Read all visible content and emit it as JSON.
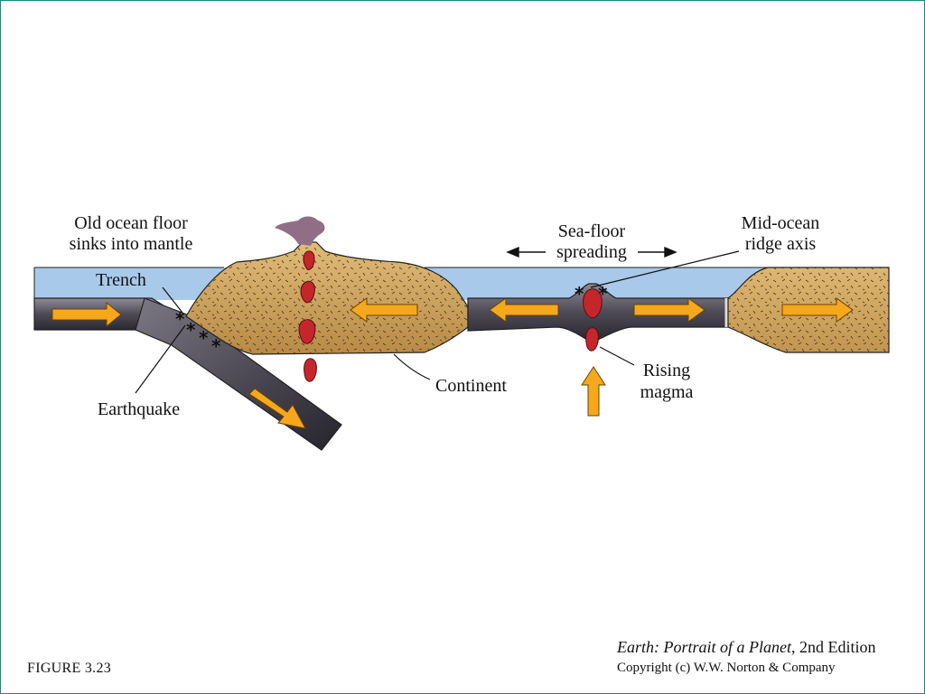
{
  "labels": {
    "old_floor_1": "Old ocean floor",
    "old_floor_2": "sinks into mantle",
    "trench": "Trench",
    "earthquake": "Earthquake",
    "continent": "Continent",
    "seafloor_1": "Sea-floor",
    "seafloor_2": "spreading",
    "ridge_1": "Mid-ocean",
    "ridge_2": "ridge axis",
    "rising_1": "Rising",
    "rising_2": "magma"
  },
  "footer": {
    "figure": "FIGURE 3.23",
    "book_title": "Earth: Portrait of a Planet",
    "edition": ", 2nd Edition",
    "copyright": "Copyright (c) W.W. Norton & Company"
  },
  "colors": {
    "ocean": "#a9c9ea",
    "crust": "#d9b169",
    "crust_dark": "#b98a45",
    "plate": "#55525e",
    "arrow": "#f6a81c",
    "magma": "#c4262c",
    "plume": "#8f6e86",
    "frame": "#138a80"
  }
}
